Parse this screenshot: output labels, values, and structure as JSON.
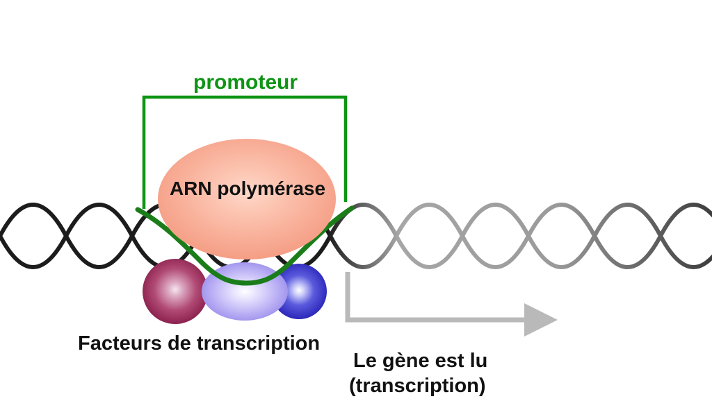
{
  "figure": {
    "background": "#ffffff",
    "labels": {
      "promoter": "promoteur",
      "polymerase": "ARN polymérase",
      "transcription_factors": "Facteurs de transcription",
      "gene_read_line1": "Le gène est lu",
      "gene_read_line2": "(transcription)"
    },
    "colors": {
      "promoter_green": "#0e9414",
      "promoter_dna_green": "#1a7d1a",
      "dna_dark": "#1c1c1c",
      "dna_gray": "#a6a6a6",
      "polymerase_salmon": "#f28a70",
      "factor_maroon": "#7c0f3e",
      "factor_lavender": "#8d7fe4",
      "factor_blue": "#1c16ae",
      "arrow_gray": "#b9b9b9",
      "label_black": "#111111"
    },
    "shapes": {
      "dna": "dna-double-helix",
      "promoter_bracket": "green-bracket",
      "polymerase": "salmon-ellipse",
      "factor_left": "maroon-sphere",
      "factor_middle": "lavender-ellipsoid",
      "factor_right": "blue-sphere",
      "direction_arrow": "gray-elbow-arrow-right"
    }
  }
}
